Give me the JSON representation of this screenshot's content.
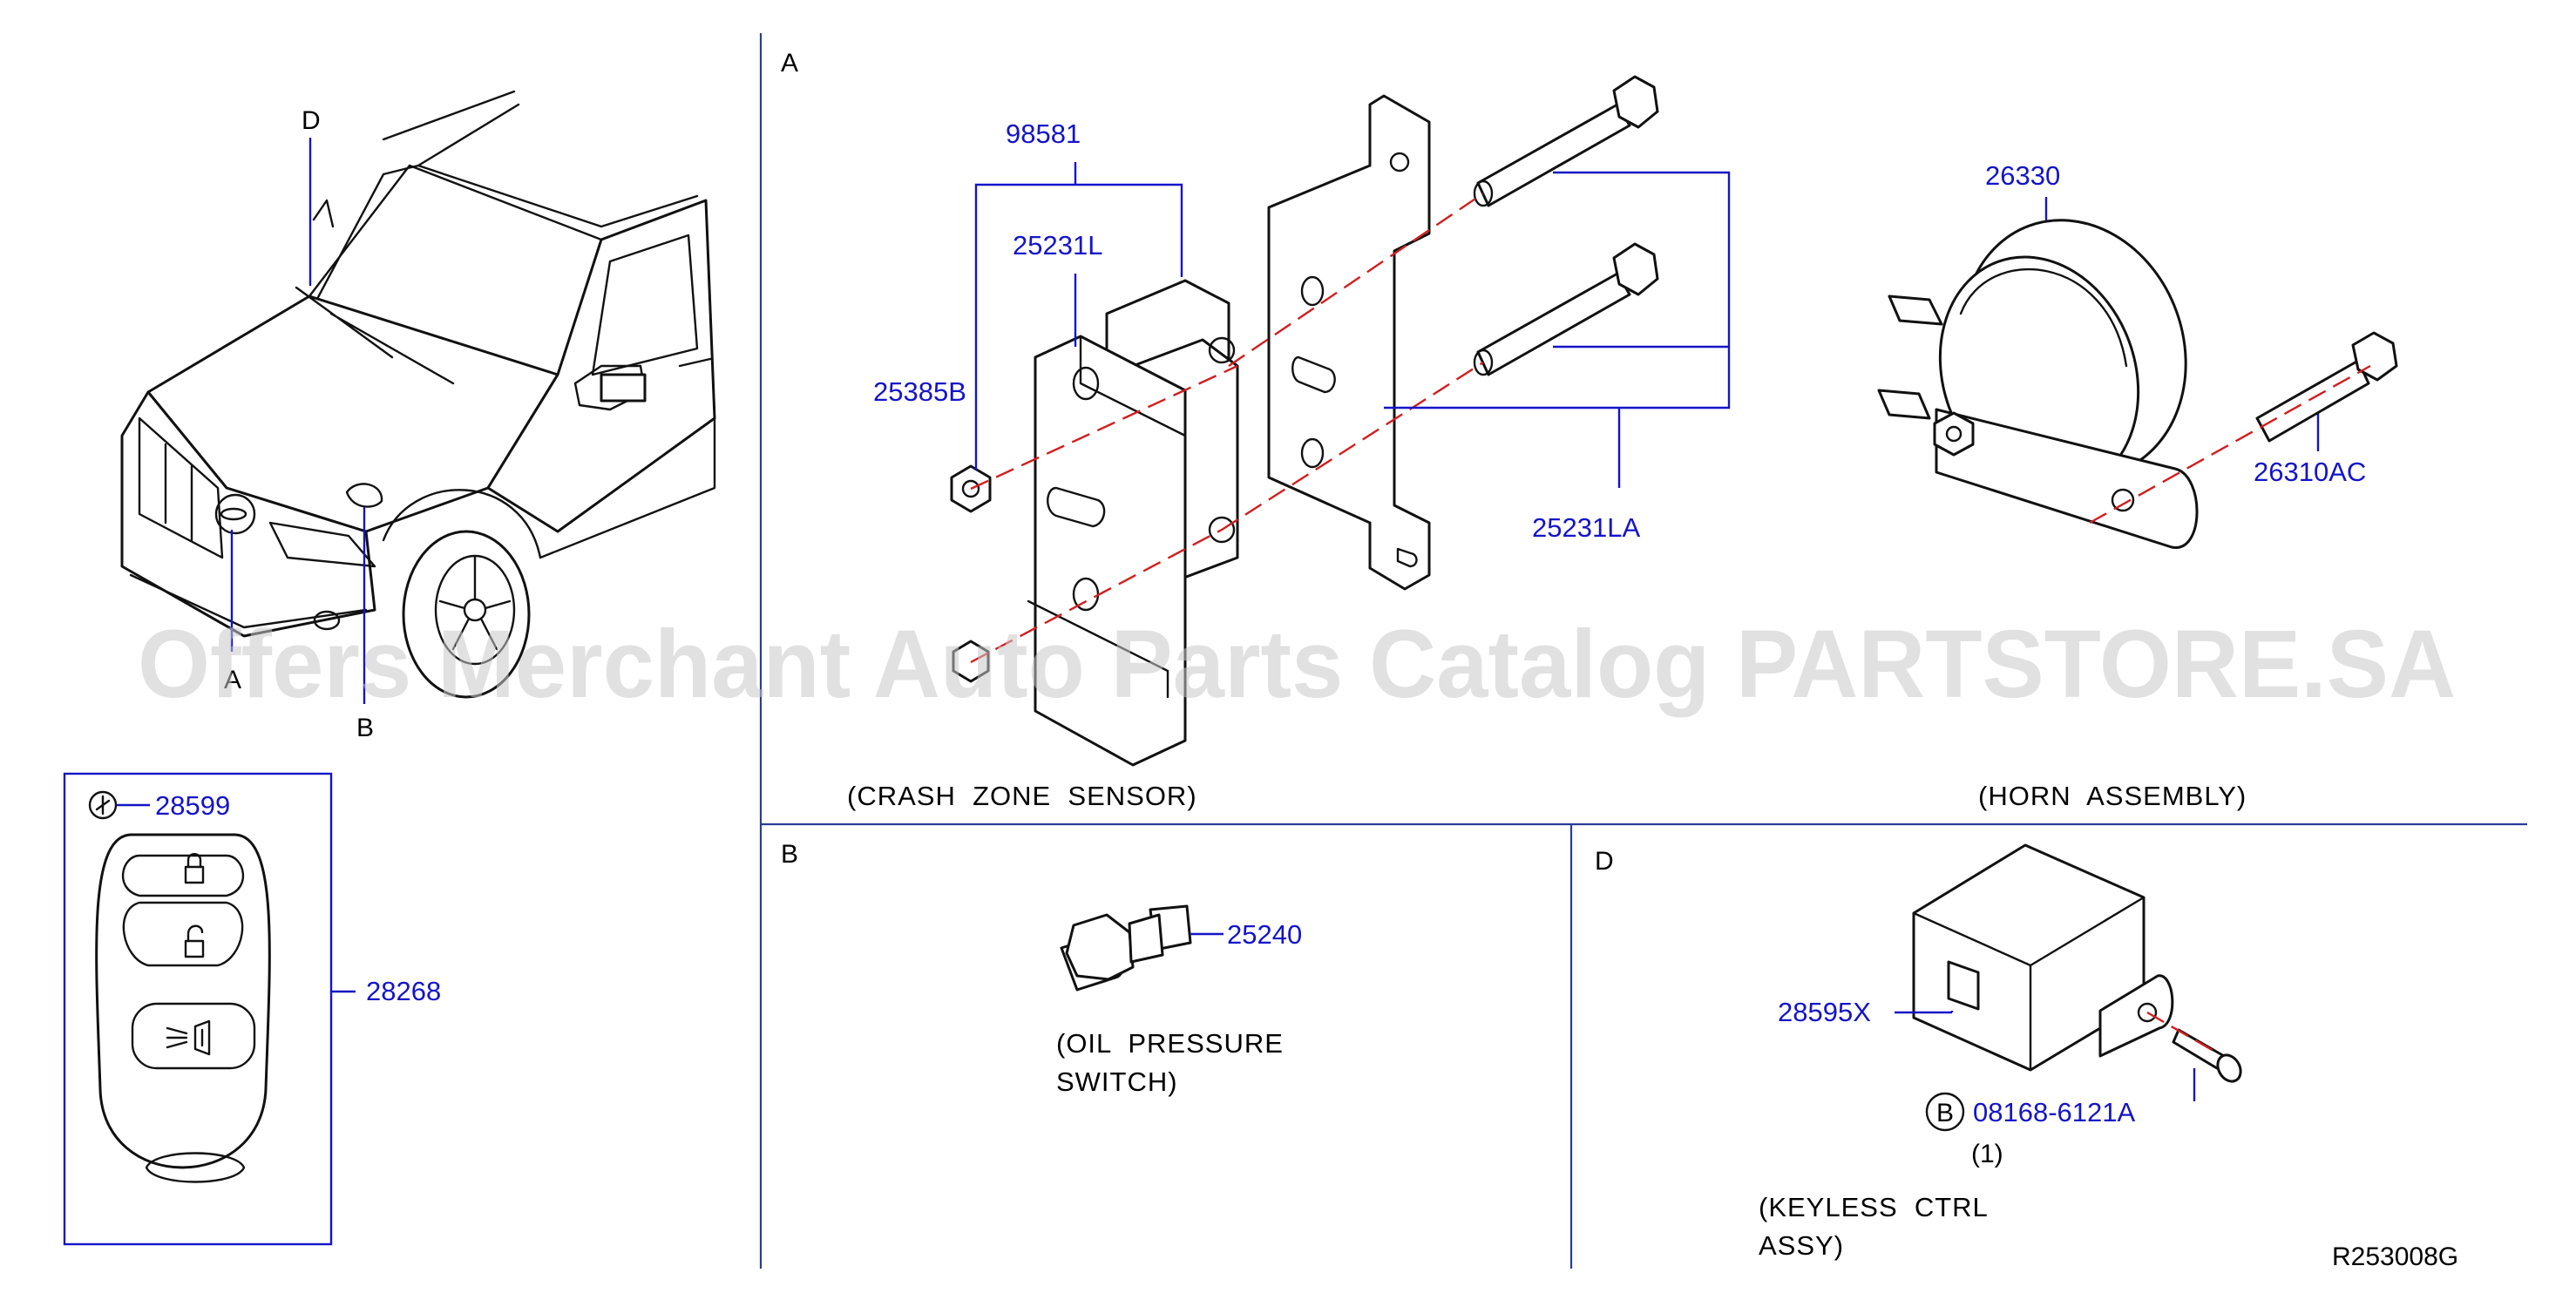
{
  "sections": {
    "a": "A",
    "b": "B",
    "d": "D"
  },
  "vehicle_callouts": {
    "a": "A",
    "b": "B",
    "d": "D"
  },
  "parts": {
    "p98581": "98581",
    "p25231L": "25231L",
    "p25385B": "25385B",
    "p25231LA": "25231LA",
    "p26330": "26330",
    "p26310AC": "26310AC",
    "p28599": "28599",
    "p28268": "28268",
    "p25240": "25240",
    "p28595X": "28595X",
    "p08168": "08168-6121A",
    "bolt_symbol": "B",
    "qty": "(1)"
  },
  "captions": {
    "crash": "(CRASH  ZONE  SENSOR)",
    "horn": "(HORN  ASSEMBLY)",
    "oil_1": "(OIL  PRESSURE",
    "oil_2": "SWITCH)",
    "keyless_1": "(KEYLESS  CTRL",
    "keyless_2": "ASSY)"
  },
  "diagram_code": "R253008G",
  "watermark": "Offers Merchant Auto Parts Catalog PARTSTORE.SA",
  "colors": {
    "part_number": "#1414c8",
    "divider": "#2a3c96",
    "centerline": "#d21e1e"
  }
}
